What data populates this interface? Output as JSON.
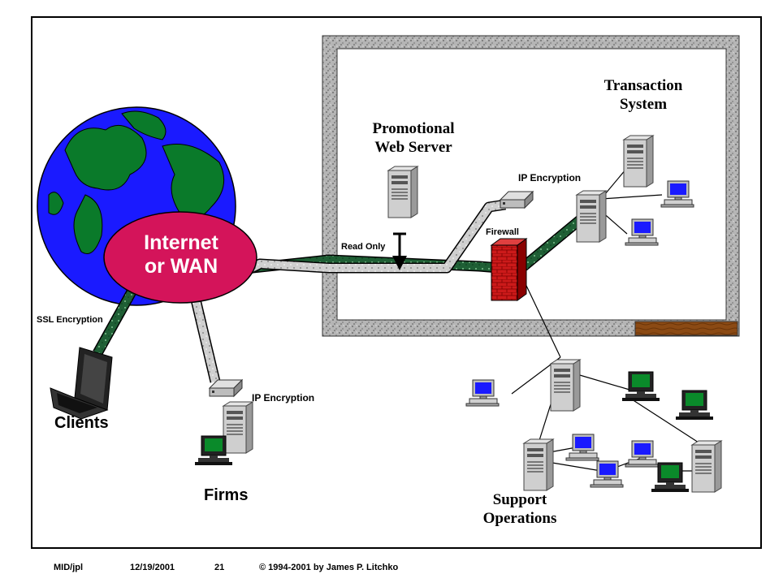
{
  "labels": {
    "transaction_system_line1": "Transaction",
    "transaction_system_line2": "System",
    "promotional_line1": "Promotional",
    "promotional_line2": "Web Server",
    "ip_encryption_top": "IP Encryption",
    "read_only": "Read Only",
    "firewall": "Firewall",
    "internet_line1": "Internet",
    "internet_line2": "or WAN",
    "ssl_encryption": "SSL Encryption",
    "ip_encryption_firms": "IP Encryption",
    "clients": "Clients",
    "firms": "Firms",
    "support_line1": "Support",
    "support_line2": "Operations"
  },
  "footer": {
    "id": "MID/jpl",
    "date": "12/19/2001",
    "page": "21",
    "copyright": "© 1994-2001 by James P. Litchko"
  },
  "colors": {
    "ocean": "#1a1aff",
    "land": "#0a7a2a",
    "internet_oval": "#d4145a",
    "firewall": "#cc1a1a",
    "wall_stone": "#a0a0a0",
    "door_wood": "#8b4513",
    "green_cable": "#1f5f35",
    "gray_cable": "#bfbfbf",
    "monitor_blue": "#1a1aff",
    "monitor_green": "#0a8a2a"
  }
}
